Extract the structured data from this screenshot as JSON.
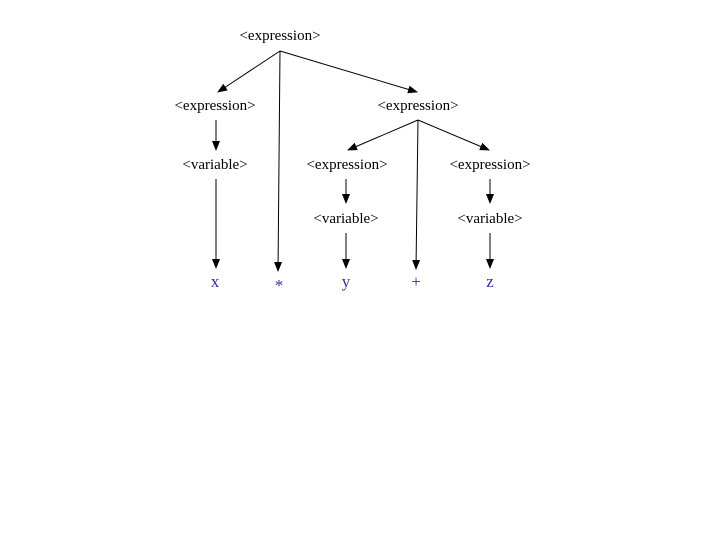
{
  "tree": {
    "root": "<expression>",
    "left_expr": "<expression>",
    "right_expr": "<expression>",
    "left_var": "<variable>",
    "right_left_expr": "<expression>",
    "right_right_expr": "<expression>",
    "right_left_var": "<variable>",
    "right_right_var": "<variable>",
    "terminals": [
      "x",
      "*",
      "y",
      "+",
      "z"
    ],
    "terminal_color": "#333399"
  }
}
